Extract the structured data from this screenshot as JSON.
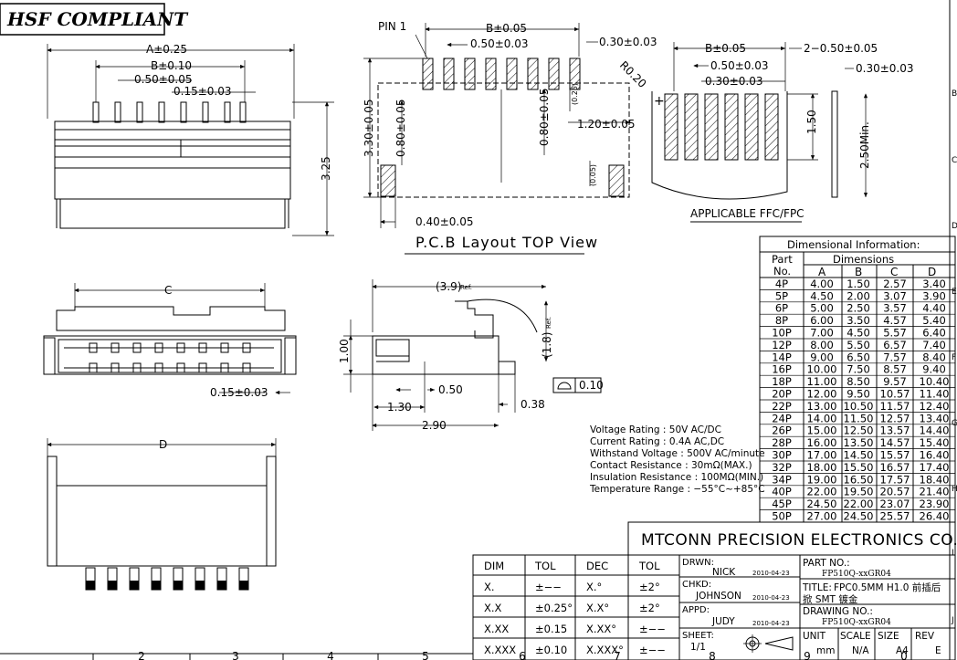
{
  "hsf_label": "HSF COMPLIANT",
  "top_view": {
    "dim_a": "A±0.25",
    "dim_b": "B±0.10",
    "dim_pitch": "0.50±0.05",
    "dim_pin": "0.15±0.03",
    "dim_height": "3.25"
  },
  "pcb_layout": {
    "pin1": "PIN 1",
    "dim_b": "B±0.05",
    "dim_pitch": "0.50±0.03",
    "dim_pad": "0.30±0.03",
    "dim_r": "R0.20",
    "dim_vertical": "3.30±0.05",
    "dim_pad_h": "0.80±0.05",
    "dim_pad_h2": "0.80±0.05",
    "dim_small": "(0.25)",
    "dim_120": "1.20±0.05",
    "dim_small2": "(0.05)",
    "dim_040": "0.40±0.05",
    "title": "P.C.B Layout TOP View"
  },
  "ffc": {
    "dim_b": "B±0.05",
    "dim_two": "2−0.50±0.05",
    "dim_pitch": "0.50±0.03",
    "dim_w": "0.30±0.03",
    "dim_w2": "0.30±0.03",
    "dim_150": "1.50",
    "dim_250": "2.50Min.",
    "plus": "+",
    "title": "APPLICABLE FFC/FPC"
  },
  "front_view": {
    "dim_c": "C",
    "dim_pin": "0.15±0.03"
  },
  "side_view": {
    "dim_39": "(3.9)",
    "ref": "Ref.",
    "dim_18": "(1.8)",
    "ref2": "Ref.",
    "dim_100": "1.00",
    "dim_050": "0.50",
    "dim_130": "1.30",
    "dim_038": "0.38",
    "dim_290": "2.90",
    "flatness": "0.10"
  },
  "bottom_view": {
    "dim_d": "D"
  },
  "specs": [
    "Voltage Rating : 50V AC/DC",
    "Current Rating : 0.4A AC,DC",
    "Withstand Voltage : 500V AC/minute",
    "Contact Resistance : 30mΩ(MAX.)",
    "Insulation Resistance : 100MΩ(MIN.)",
    "Temperature Range : −55°C~+85°C"
  ],
  "dim_table": {
    "title": "Dimensional Information:",
    "head_part": [
      "Part",
      "No."
    ],
    "head_dims": "Dimensions",
    "cols": [
      "A",
      "B",
      "C",
      "D"
    ],
    "rows": [
      [
        "4P",
        "4.00",
        "1.50",
        "2.57",
        "3.40"
      ],
      [
        "5P",
        "4.50",
        "2.00",
        "3.07",
        "3.90"
      ],
      [
        "6P",
        "5.00",
        "2.50",
        "3.57",
        "4.40"
      ],
      [
        "8P",
        "6.00",
        "3.50",
        "4.57",
        "5.40"
      ],
      [
        "10P",
        "7.00",
        "4.50",
        "5.57",
        "6.40"
      ],
      [
        "12P",
        "8.00",
        "5.50",
        "6.57",
        "7.40"
      ],
      [
        "14P",
        "9.00",
        "6.50",
        "7.57",
        "8.40"
      ],
      [
        "16P",
        "10.00",
        "7.50",
        "8.57",
        "9.40"
      ],
      [
        "18P",
        "11.00",
        "8.50",
        "9.57",
        "10.40"
      ],
      [
        "20P",
        "12.00",
        "9.50",
        "10.57",
        "11.40"
      ],
      [
        "22P",
        "13.00",
        "10.50",
        "11.57",
        "12.40"
      ],
      [
        "24P",
        "14.00",
        "11.50",
        "12.57",
        "13.40"
      ],
      [
        "26P",
        "15.00",
        "12.50",
        "13.57",
        "14.40"
      ],
      [
        "28P",
        "16.00",
        "13.50",
        "14.57",
        "15.40"
      ],
      [
        "30P",
        "17.00",
        "14.50",
        "15.57",
        "16.40"
      ],
      [
        "32P",
        "18.00",
        "15.50",
        "16.57",
        "17.40"
      ],
      [
        "34P",
        "19.00",
        "16.50",
        "17.57",
        "18.40"
      ],
      [
        "40P",
        "22.00",
        "19.50",
        "20.57",
        "21.40"
      ],
      [
        "45P",
        "24.50",
        "22.00",
        "23.07",
        "23.90"
      ],
      [
        "50P",
        "27.00",
        "24.50",
        "25.57",
        "26.40"
      ]
    ]
  },
  "title_block": {
    "company": "MTCONN PRECISION ELECTRONICS CO.,LTD",
    "tol_head": [
      "DIM",
      "TOL",
      "DEC",
      "TOL"
    ],
    "tol_rows": [
      [
        "X.",
        "±−−",
        "X.°",
        "±2°"
      ],
      [
        "X.X",
        "±0.25°",
        "X.X°",
        "±2°"
      ],
      [
        "X.XX",
        "±0.15",
        "X.XX°",
        "±−−"
      ],
      [
        "X.XXX",
        "±0.10",
        "X.XXX°",
        "±−−"
      ]
    ],
    "drwn": "DRWN:",
    "drwn_name": "NICK",
    "drwn_date": "2010-04-23",
    "chkd": "CHKD:",
    "chkd_name": "JOHNSON",
    "chkd_date": "2010-04-23",
    "appd": "APPD:",
    "appd_name": "JUDY",
    "appd_date": "2010-04-23",
    "sheet": "SHEET:",
    "sheet_val": "1/1",
    "part_no_label": "PART NO.:",
    "part_no": "FP510Q-xxGR04",
    "title_label": "TITLE:",
    "title_val": "FPC0.5MM  H1.0  前插后",
    "title_val2": "掀  SMT   镀金",
    "drawing_no_label": "DRAWING NO.:",
    "drawing_no": "FP510Q-xxGR04",
    "unit_label": "UNIT",
    "unit_val": "mm",
    "scale_label": "SCALE",
    "scale_val": "N/A",
    "size_label": "SIZE",
    "size_val": "A4",
    "rev_label": "REV",
    "rev_val": "E"
  },
  "border": {
    "bottom_nums": [
      "2",
      "3",
      "4",
      "5",
      "6",
      "7",
      "8",
      "9",
      "0"
    ],
    "right_letters": [
      "B",
      "C",
      "D",
      "E",
      "F",
      "G",
      "H",
      "I",
      "J"
    ]
  }
}
